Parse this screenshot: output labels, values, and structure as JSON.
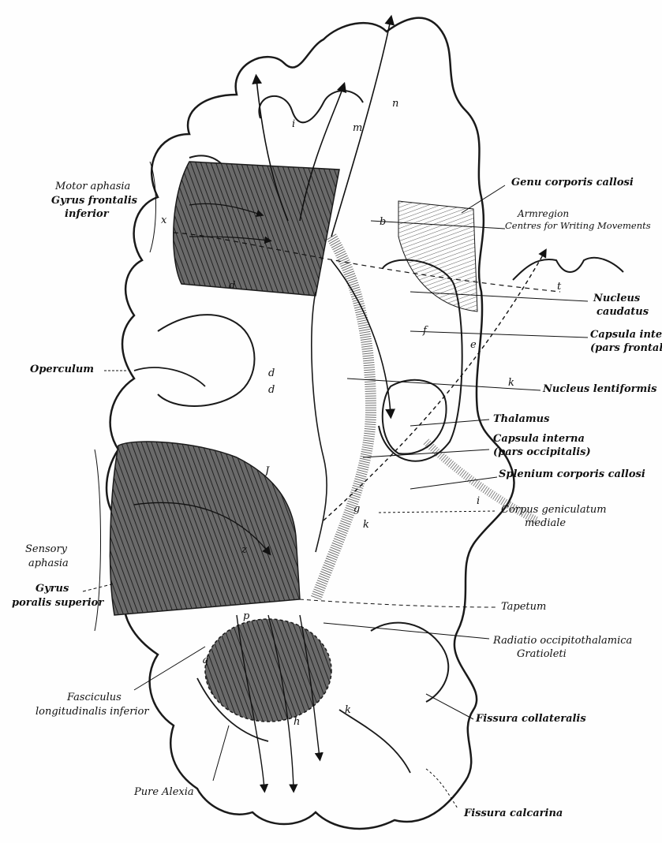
{
  "labels": {
    "motor_aphasia": "Motor aphasia",
    "gyrus_frontalis_1": "Gyrus frontalis",
    "gyrus_frontalis_2": "inferior",
    "operculum": "Operculum",
    "sensory_aphasia_1": "Sensory",
    "sensory_aphasia_2": "aphasia",
    "gyrus_temp_1": "Gyrus",
    "gyrus_temp_2": "poralis superior",
    "fasciculus_1": "Fasciculus",
    "fasciculus_2": "longitudinalis inferior",
    "pure_alexia": "Pure Alexia",
    "genu": "Genu corporis callosi",
    "armregion": "Armregion",
    "centres": "Centres for Writing Movements",
    "nucleus_caudatus_1": "Nucleus",
    "nucleus_caudatus_2": "caudatus",
    "capsula_frontalis_1": "Capsula interna",
    "capsula_frontalis_2": "(pars frontalis)",
    "nucleus_lentiformis": "Nucleus lentiformis",
    "thalamus": "Thalamus",
    "capsula_occipitalis_1": "Capsula interna",
    "capsula_occipitalis_2": "(pars occipitalis)",
    "splenium": "Splenium corporis callosi",
    "corpus_1": "Corpus geniculatum",
    "corpus_2": "mediale",
    "tapetum": "Tapetum",
    "radiatio_1": "Radiatio occipitothalamica",
    "radiatio_2": "Gratioleti",
    "fissura_collateralis": "Fissura collateralis",
    "fissura_calcarina": "Fissura calcarina"
  },
  "letters": {
    "i": "i",
    "m": "m",
    "n": "n",
    "x": "x",
    "d1": "d",
    "d2": "d",
    "d3": "d",
    "f": "f",
    "e": "e",
    "k1": "k",
    "j": "J",
    "z": "z",
    "g": "g",
    "k2": "k",
    "i2": "i",
    "p": "p",
    "q": "q",
    "h": "h",
    "k3": "k",
    "t": "t",
    "b": "b"
  },
  "colors": {
    "ink": "#1a1a1a",
    "shade": "#4a4a4a",
    "paper": "#fefefe"
  }
}
